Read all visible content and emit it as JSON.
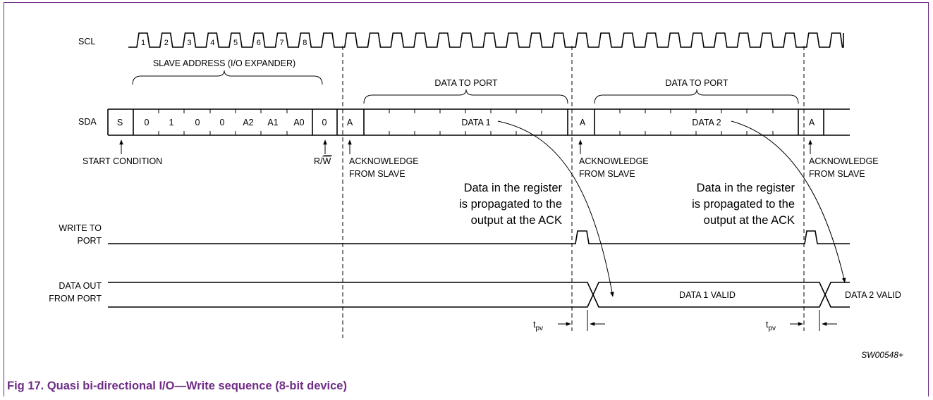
{
  "figure": {
    "caption": "Fig 17.  Quasi bi-directional I/O—Write sequence (8-bit device)",
    "code": "SW00548+",
    "caption_color": "#6f2c86"
  },
  "signals": {
    "scl": "SCL",
    "sda": "SDA",
    "write_to_port": [
      "WRITE TO",
      "PORT"
    ],
    "data_out_from_port": [
      "DATA OUT",
      "FROM PORT"
    ]
  },
  "scl_clock_numbers": [
    "1",
    "2",
    "3",
    "4",
    "5",
    "6",
    "7",
    "8"
  ],
  "braces": {
    "slave_address": "SLAVE ADDRESS (I/O EXPANDER)",
    "data_to_port_1": "DATA TO PORT",
    "data_to_port_2": "DATA TO PORT"
  },
  "sda_address_cells": [
    "S",
    "0",
    "1",
    "0",
    "0",
    "A2",
    "A1",
    "A0",
    "0"
  ],
  "sda_ack_cells": [
    "A",
    "A",
    "A"
  ],
  "sda_data_labels": [
    "DATA 1",
    "DATA 2"
  ],
  "markers": {
    "start_condition": "START CONDITION",
    "rw": "R/",
    "rw_bar": "W",
    "ack_line1": "ACKNOWLEDGE",
    "ack_line2": "FROM SLAVE"
  },
  "notes": {
    "register_note": [
      "Data in the register",
      "is propagated to the",
      "output at the ACK"
    ]
  },
  "data_out_labels": [
    "DATA 1 VALID",
    "DATA 2 VALID"
  ],
  "timing": {
    "tpv": "t",
    "tpv_sub": "pv"
  }
}
